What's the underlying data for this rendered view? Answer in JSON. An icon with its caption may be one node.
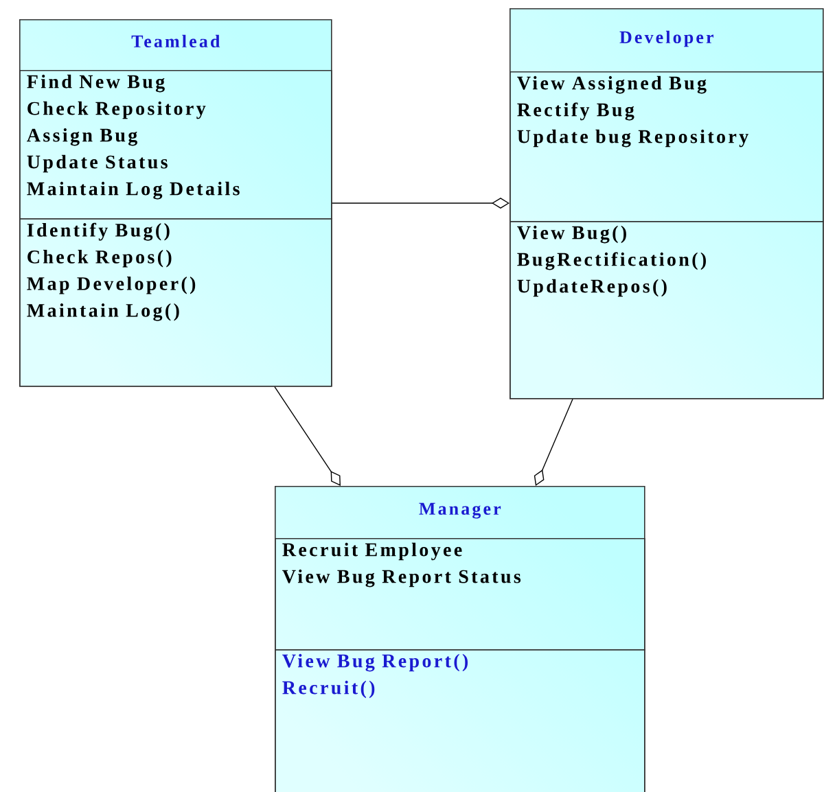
{
  "diagram": {
    "nodes": [
      {
        "text": [
          "Teamlead"
        ]
      },
      {
        "text": [
          "Find New Bug",
          "Check Repository",
          "Assign Bug",
          "Update Status",
          "Maintain Log Details"
        ],
        "in": 0
      },
      {
        "text": [
          "Identify Bug()",
          "Check Repos()",
          "Map Developer()",
          "Maintain Log()"
        ],
        "in": 0
      },
      {
        "text": [
          "Developer"
        ]
      },
      {
        "text": [
          "View Assigned Bug",
          "Rectify Bug",
          "Update bug Repository"
        ],
        "in": 3
      },
      {
        "text": [
          "View Bug()",
          "BugRectification()",
          "UpdateRepos()"
        ],
        "in": 3
      },
      {
        "text": [
          "Manager"
        ]
      },
      {
        "text": [
          "Recruit Employee",
          "View Bug Report Status"
        ],
        "in": 6
      },
      {
        "text": [
          "View Bug Report()",
          "Recruit()"
        ],
        "in": 6
      }
    ],
    "edges": [
      {
        "from": 0,
        "to": 3,
        "arrow": "other"
      },
      {
        "from": 0,
        "to": 6,
        "arrow": "other"
      },
      {
        "from": 3,
        "to": 6,
        "arrow": "other"
      }
    ]
  }
}
